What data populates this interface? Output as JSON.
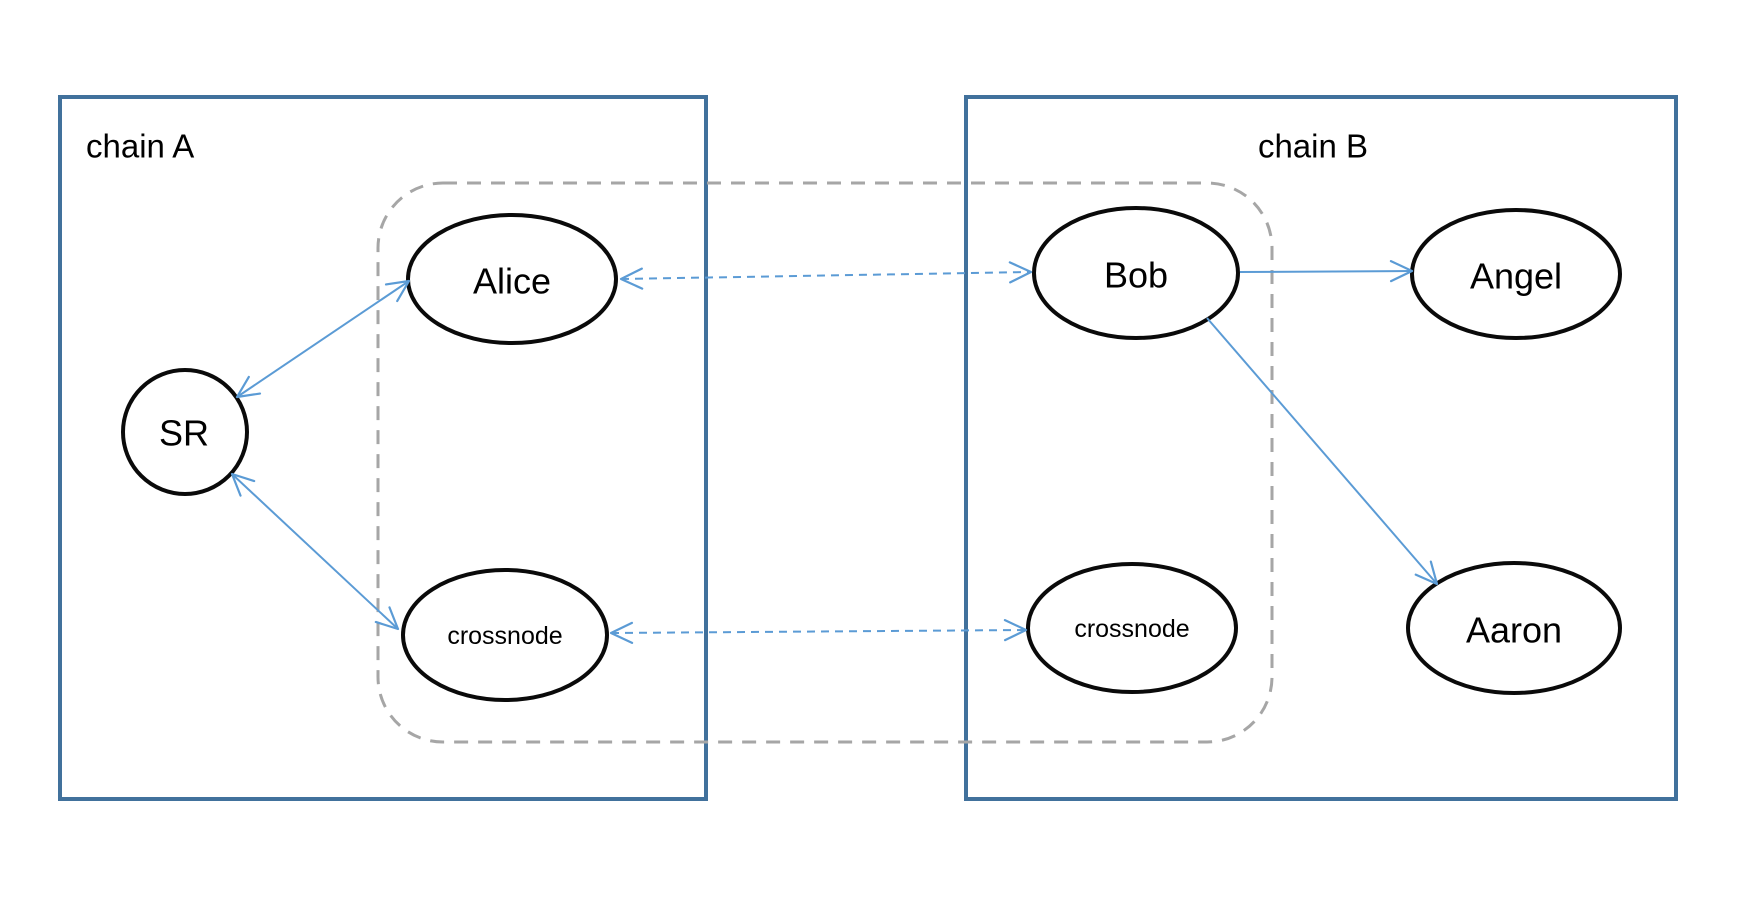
{
  "diagram": {
    "containers": [
      {
        "id": "chain-a",
        "label": "chain A"
      },
      {
        "id": "chain-b",
        "label": "chain B"
      }
    ],
    "cross_chain_group": {
      "style": "dashed-rounded-rectangle",
      "contains": [
        "alice",
        "crossnode-a",
        "bob",
        "crossnode-b"
      ]
    },
    "nodes": [
      {
        "id": "sr",
        "label": "SR",
        "chain": "chain A",
        "shape": "circle"
      },
      {
        "id": "alice",
        "label": "Alice",
        "chain": "chain A",
        "shape": "ellipse"
      },
      {
        "id": "crossnode-a",
        "label": "crossnode",
        "chain": "chain A",
        "shape": "ellipse"
      },
      {
        "id": "bob",
        "label": "Bob",
        "chain": "chain B",
        "shape": "ellipse"
      },
      {
        "id": "angel",
        "label": "Angel",
        "chain": "chain B",
        "shape": "ellipse"
      },
      {
        "id": "crossnode-b",
        "label": "crossnode",
        "chain": "chain B",
        "shape": "ellipse"
      },
      {
        "id": "aaron",
        "label": "Aaron",
        "chain": "chain B",
        "shape": "ellipse"
      }
    ],
    "edges": [
      {
        "from": "sr",
        "to": "alice",
        "style": "solid",
        "arrows": "both"
      },
      {
        "from": "sr",
        "to": "crossnode-a",
        "style": "solid",
        "arrows": "both"
      },
      {
        "from": "alice",
        "to": "bob",
        "style": "dashed",
        "arrows": "both"
      },
      {
        "from": "crossnode-a",
        "to": "crossnode-b",
        "style": "dashed",
        "arrows": "both"
      },
      {
        "from": "bob",
        "to": "angel",
        "style": "solid",
        "arrows": "end"
      },
      {
        "from": "bob",
        "to": "aaron",
        "style": "solid",
        "arrows": "end"
      }
    ],
    "colors": {
      "background": "#FFFFFF",
      "container_border": "#41719C",
      "group_border": "#A6A6A6",
      "node_border": "#0A0A0A",
      "node_fill": "#FFFFFF",
      "node_text": "#000000",
      "aaron_text": "#3F3F3F",
      "arrow": "#5B9BD5"
    }
  }
}
